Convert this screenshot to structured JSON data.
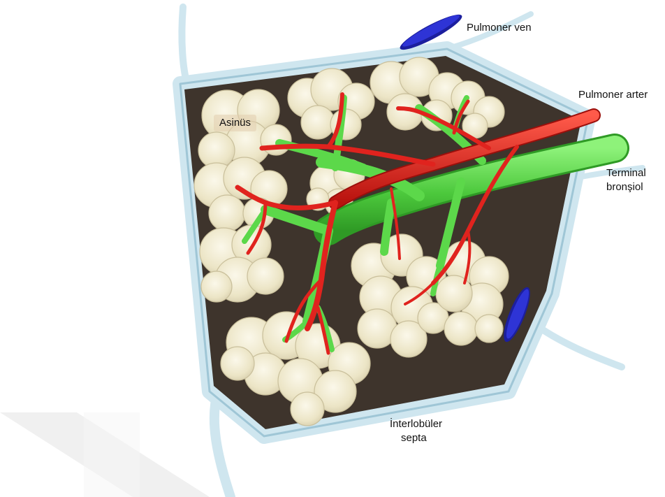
{
  "labels": {
    "pulmonary_vein": "Pulmoner ven",
    "pulmonary_artery": "Pulmoner arter",
    "terminal_bronchiole_line1": "Terminal",
    "terminal_bronchiole_line2": "bronşiol",
    "acinus": "Asinüs",
    "interlobular_septa_line1": "İnterlobüler",
    "interlobular_septa_line2": "septa"
  },
  "colors": {
    "artery": "#e0231e",
    "bronchiole": "#5cd84a",
    "vein": "#2a2fc8",
    "septa": "#cfe6ef",
    "lobule_background": "#3e342c",
    "acinus_fill": "#f1ecd6"
  }
}
